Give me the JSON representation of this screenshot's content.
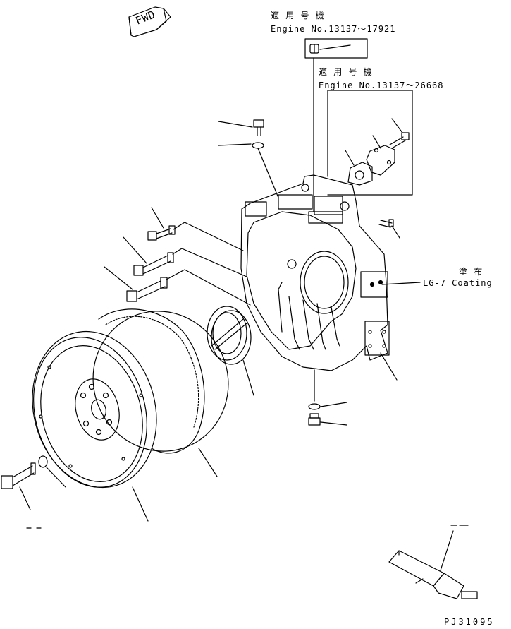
{
  "fwd_label": "FWD",
  "note_a": {
    "jp": "適 用 号 機",
    "engine": "Engine No.13137～17921"
  },
  "note_b": {
    "jp": "適 用 号 機",
    "engine": "Engine No.13137～26668"
  },
  "coating": {
    "jp": "塗 布",
    "text": "LG-7 Coating"
  },
  "drawing_number": "PJ31095"
}
